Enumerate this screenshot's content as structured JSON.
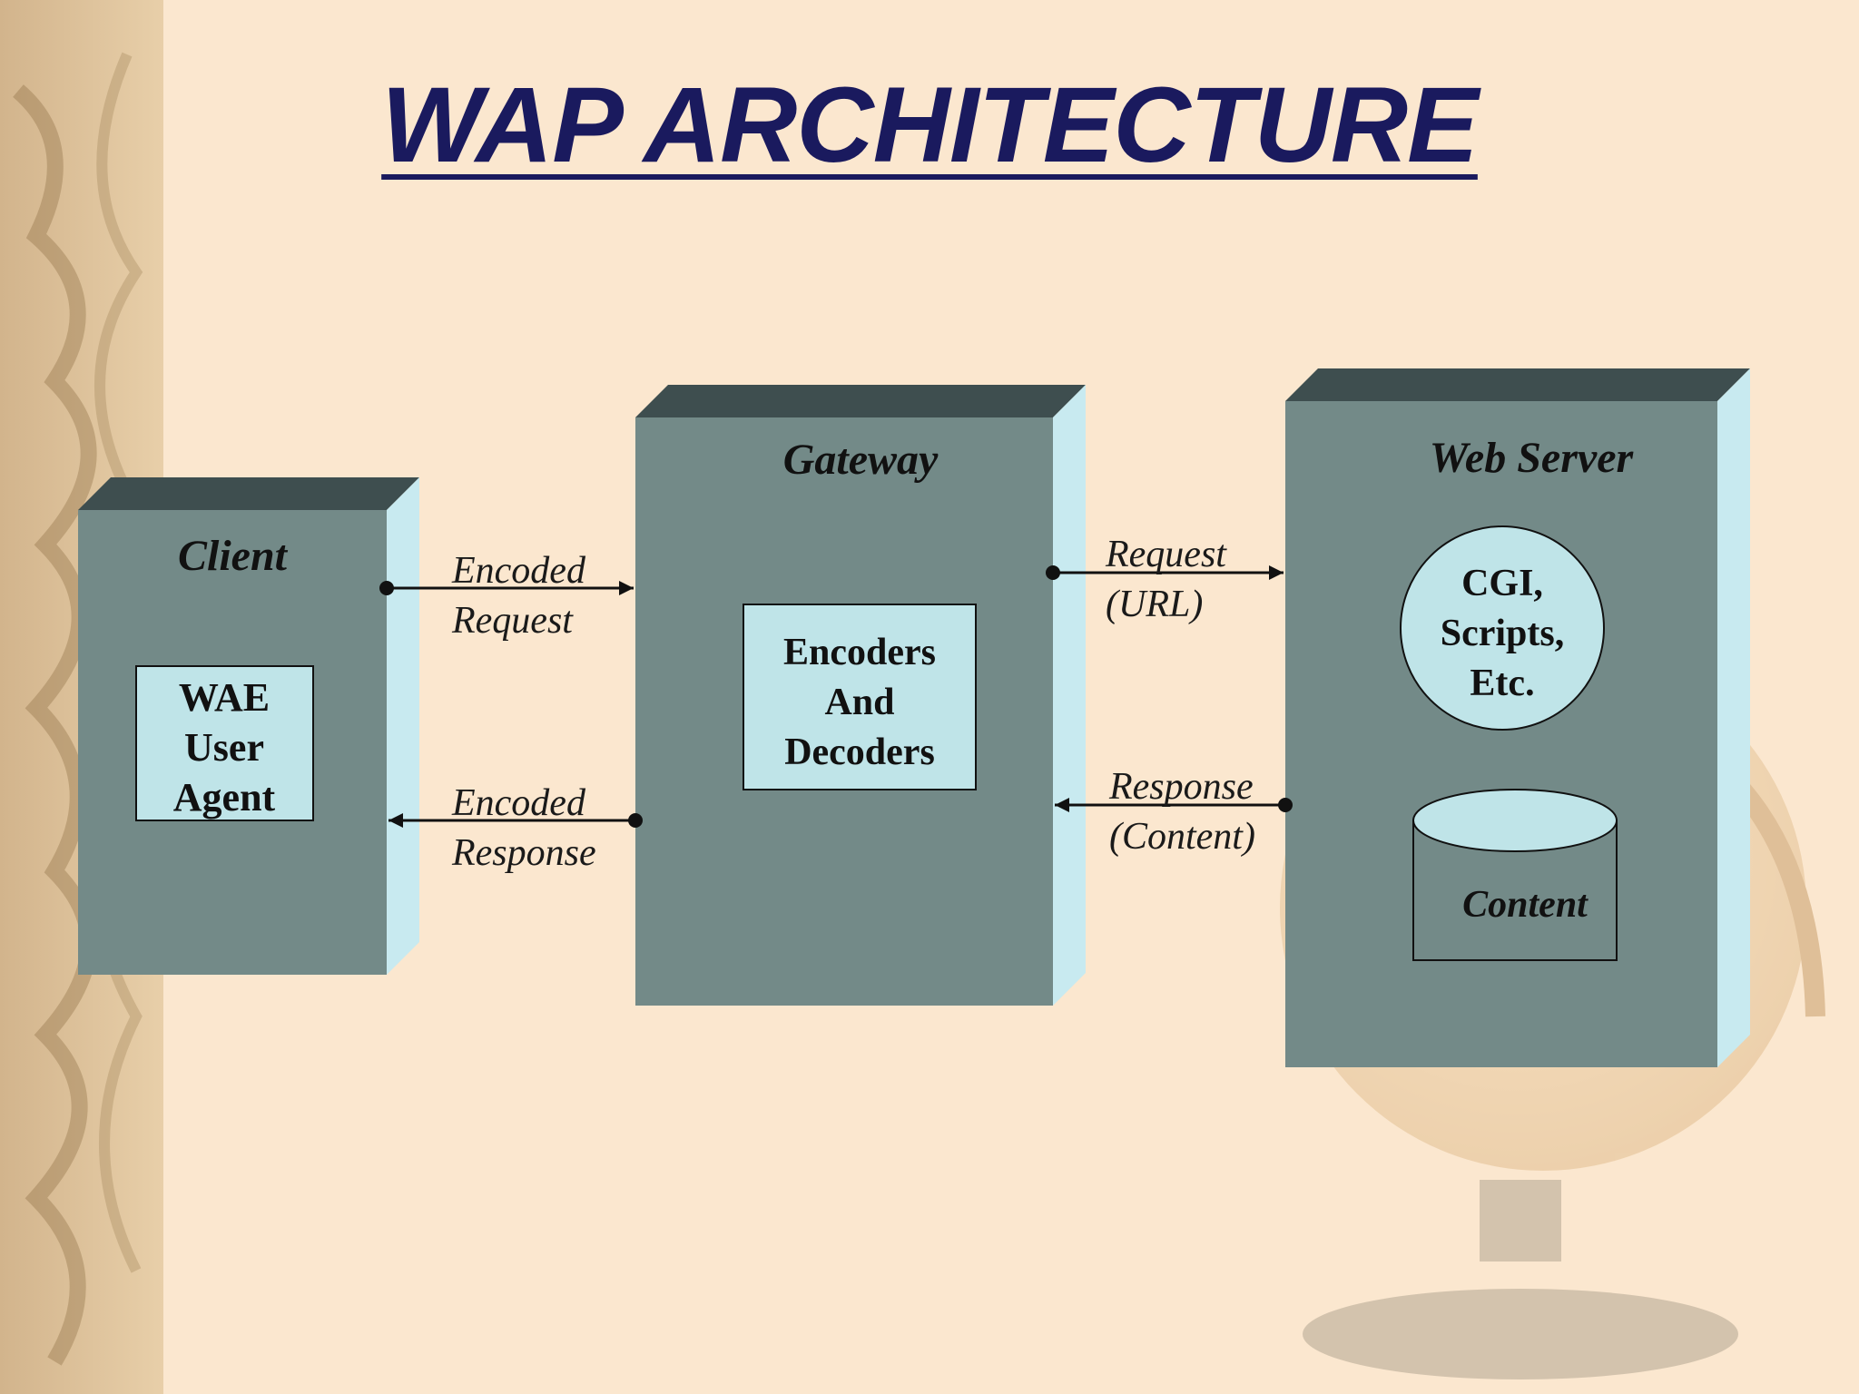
{
  "title": "WAP ARCHITECTURE",
  "client": {
    "label": "Client",
    "agent_lines": [
      "WAE",
      "User",
      "Agent"
    ]
  },
  "gateway": {
    "label": "Gateway",
    "box_lines": [
      "Encoders",
      "And",
      "Decoders"
    ]
  },
  "web_server": {
    "label": "Web Server",
    "circle_lines": [
      "CGI,",
      "Scripts,",
      "Etc."
    ],
    "db_label": "Content"
  },
  "arrows": {
    "encoded_request": [
      "Encoded",
      "Request"
    ],
    "encoded_response": [
      "Encoded",
      "Response"
    ],
    "request_url": [
      "Request",
      "(URL)"
    ],
    "response_content": [
      "Response",
      "(Content)"
    ]
  },
  "colors": {
    "box_front": "#738a88",
    "box_top": "#3e4e4f",
    "box_side": "#c8eaf0",
    "inner": "#bfe4e8",
    "title": "#1a1a5e",
    "background": "#fbe7cf"
  }
}
